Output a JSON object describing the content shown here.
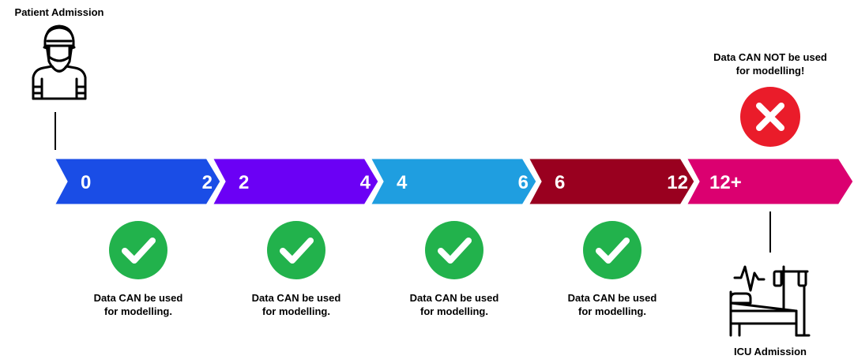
{
  "colors": {
    "seg_0_2": "#1a4de6",
    "seg_2_4": "#6b00f5",
    "seg_4_6": "#1f9ee0",
    "seg_6_12": "#99001f",
    "seg_12_plus": "#db0070",
    "check_green": "#22b24c",
    "cross_red": "#ea1c2a"
  },
  "patient_admission_label": "Patient Admission",
  "icu_admission_label": "ICU Admission",
  "segments": [
    {
      "start": "0",
      "end": "2"
    },
    {
      "start": "2",
      "end": "4"
    },
    {
      "start": "4",
      "end": "6"
    },
    {
      "start": "6",
      "end": "12"
    },
    {
      "start": "12+",
      "end": ""
    }
  ],
  "can_use": {
    "line1": "Data CAN be used",
    "line2": "for modelling."
  },
  "cannot_use": {
    "line1": "Data CAN NOT be used",
    "line2": "for modelling!"
  },
  "icons": {
    "patient": "masked-person-icon",
    "icu": "hospital-bed-monitor-icon",
    "check": "check-circle-icon",
    "cross": "x-circle-icon"
  }
}
